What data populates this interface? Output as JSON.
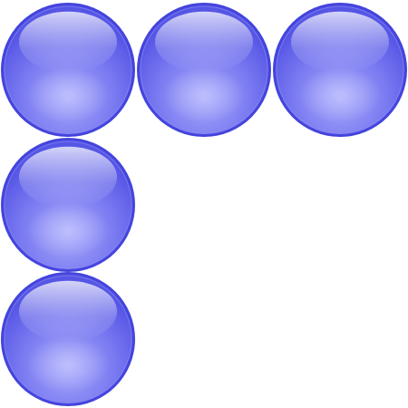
{
  "colors": {
    "background": "#ffffff",
    "sphere_rim": "#4444dd",
    "sphere_base": "#6a6aee",
    "sphere_deep": "#5252e6",
    "sphere_light": "#a3a3f8",
    "highlight": "#ffffff"
  },
  "spheres": [
    {
      "id": "sphere-row1-col1"
    },
    {
      "id": "sphere-row1-col2"
    },
    {
      "id": "sphere-row1-col3"
    },
    {
      "id": "sphere-row2-col1"
    },
    {
      "id": "sphere-row3-col1"
    }
  ]
}
